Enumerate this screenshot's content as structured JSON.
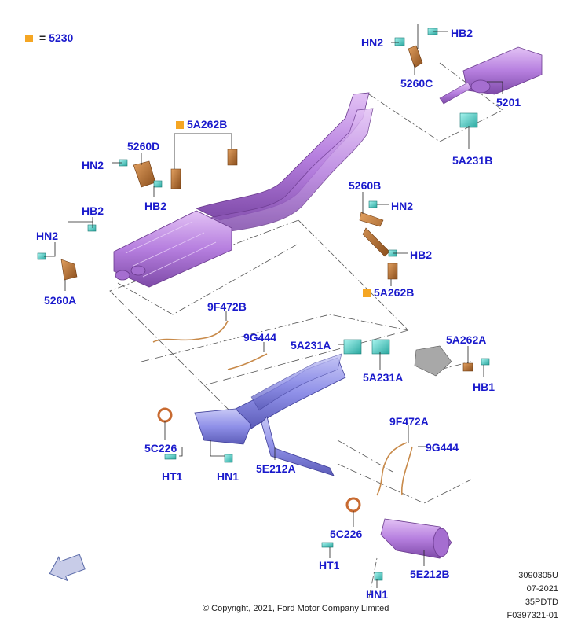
{
  "legend": {
    "code": "5230",
    "eq": "=",
    "color": "#f5a623"
  },
  "labels": {
    "hn2_top": "HN2",
    "hb2_top": "HB2",
    "l5260c": "5260C",
    "l5201": "5201",
    "l5a231b": "5A231B",
    "l5a262b_top": "5A262B",
    "l5260d": "5260D",
    "hn2_d": "HN2",
    "hb2_d": "HB2",
    "hb2_a": "HB2",
    "hn2_a": "HN2",
    "l5260a": "5260A",
    "l5260b": "5260B",
    "hn2_b": "HN2",
    "hb2_b": "HB2",
    "l5a262b_mid": "5A262B",
    "l9f472b": "9F472B",
    "l9g444_top": "9G444",
    "l5a231a_1": "5A231A",
    "l5a231a_2": "5A231A",
    "l5a262a": "5A262A",
    "hb1": "HB1",
    "l5c226_top": "5C226",
    "ht1_top": "HT1",
    "hn1_top": "HN1",
    "l5e212a": "5E212A",
    "l9f472a": "9F472A",
    "l9g444_bot": "9G444",
    "l5c226_bot": "5C226",
    "ht1_bot": "HT1",
    "hn1_bot": "HN1",
    "l5e212b": "5E212B"
  },
  "meta": {
    "line1": "3090305U",
    "line2": "07-2021",
    "line3": "35PDTD",
    "line4": "F0397321-01"
  },
  "copyright": "© Copyright, 2021, Ford Motor Company Limited",
  "colors": {
    "label": "#1a1acc",
    "exhaust_rear": "#c48ae8",
    "exhaust_front": "#8a8ce8",
    "bracket": "#c87830",
    "fastener": "#4ee0d8"
  },
  "icons": {
    "direction": "front-direction-arrow-icon"
  }
}
